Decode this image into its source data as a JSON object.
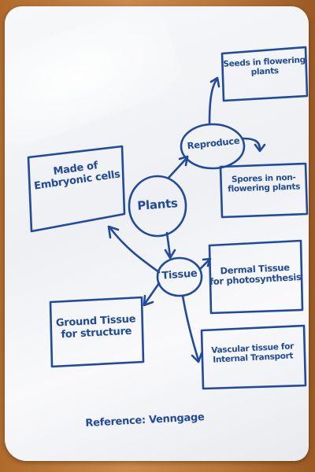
{
  "mind_map": {
    "center": "Plants",
    "made_of": "Made of\nEmbryonic cells",
    "reproduce": "Reproduce",
    "seeds": "Seeds in flowering\nplants",
    "spores": "Spores in non-\nflowering plants",
    "tissue": "Tissue",
    "dermal": "Dermal Tissue\nfor photosynthesis",
    "ground": "Ground Tissue\nfor structure",
    "vascular": "Vascular tissue for\nInternal Transport"
  },
  "reference": "Reference: Venngage",
  "colors": {
    "ink": "#1f4a9e",
    "board": "#f2f3f6",
    "desk": "#b9773a"
  }
}
